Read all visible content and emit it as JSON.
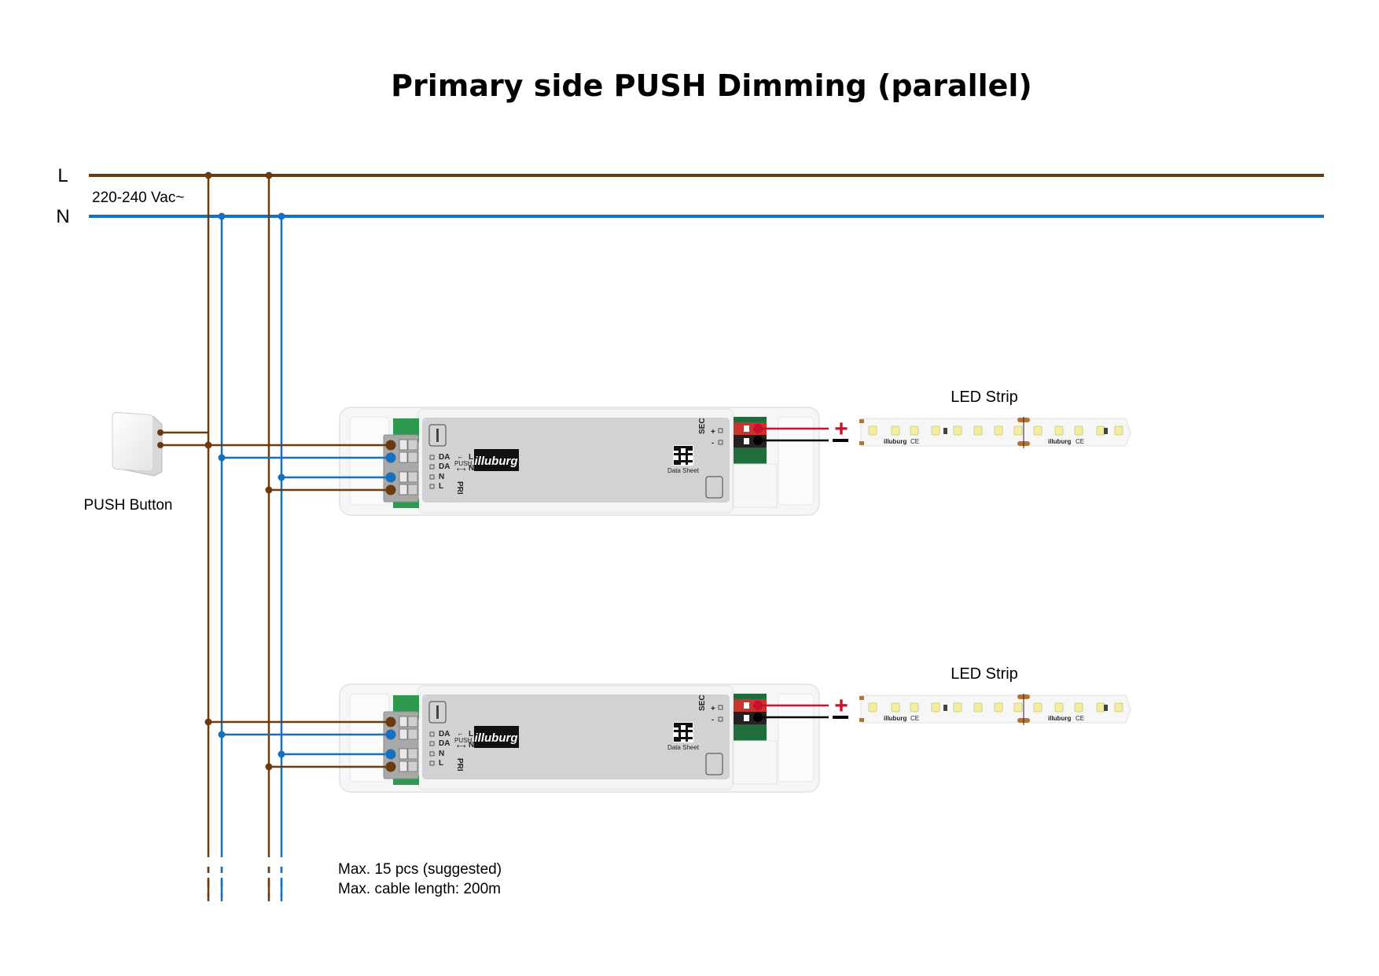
{
  "title": "Primary side PUSH Dimming (parallel)",
  "mains": {
    "line_label": "L",
    "neutral_label": "N",
    "voltage_label": "220-240 Vac~",
    "line_color": "#6b3a0e",
    "neutral_color": "#1670bd"
  },
  "push_button": {
    "label": "PUSH Button"
  },
  "drivers": [
    {
      "brand": "illuburg",
      "terminals": [
        "DA",
        "DA",
        "N",
        "L"
      ],
      "push_label": "PUSH",
      "push_L": "L",
      "push_N": "N",
      "pri_label": "PRI",
      "sec_label": "SEC",
      "sec_plus": "+",
      "sec_minus": "-",
      "qr_label": "Data Sheet",
      "strip_label": "LED Strip",
      "plus_sign": "+",
      "minus_sign": "−"
    },
    {
      "brand": "illuburg",
      "terminals": [
        "DA",
        "DA",
        "N",
        "L"
      ],
      "push_label": "PUSH",
      "push_L": "L",
      "push_N": "N",
      "pri_label": "PRI",
      "sec_label": "SEC",
      "sec_plus": "+",
      "sec_minus": "-",
      "qr_label": "Data Sheet",
      "strip_label": "LED Strip",
      "plus_sign": "+",
      "minus_sign": "−"
    }
  ],
  "led_strip": {
    "brand": "illuburg",
    "mark_ce": "CE"
  },
  "notes": {
    "line1": "Max. 15 pcs (suggested)",
    "line2": "Max. cable length: 200m"
  },
  "colors": {
    "positive": "#c8102e",
    "negative": "#000000"
  }
}
